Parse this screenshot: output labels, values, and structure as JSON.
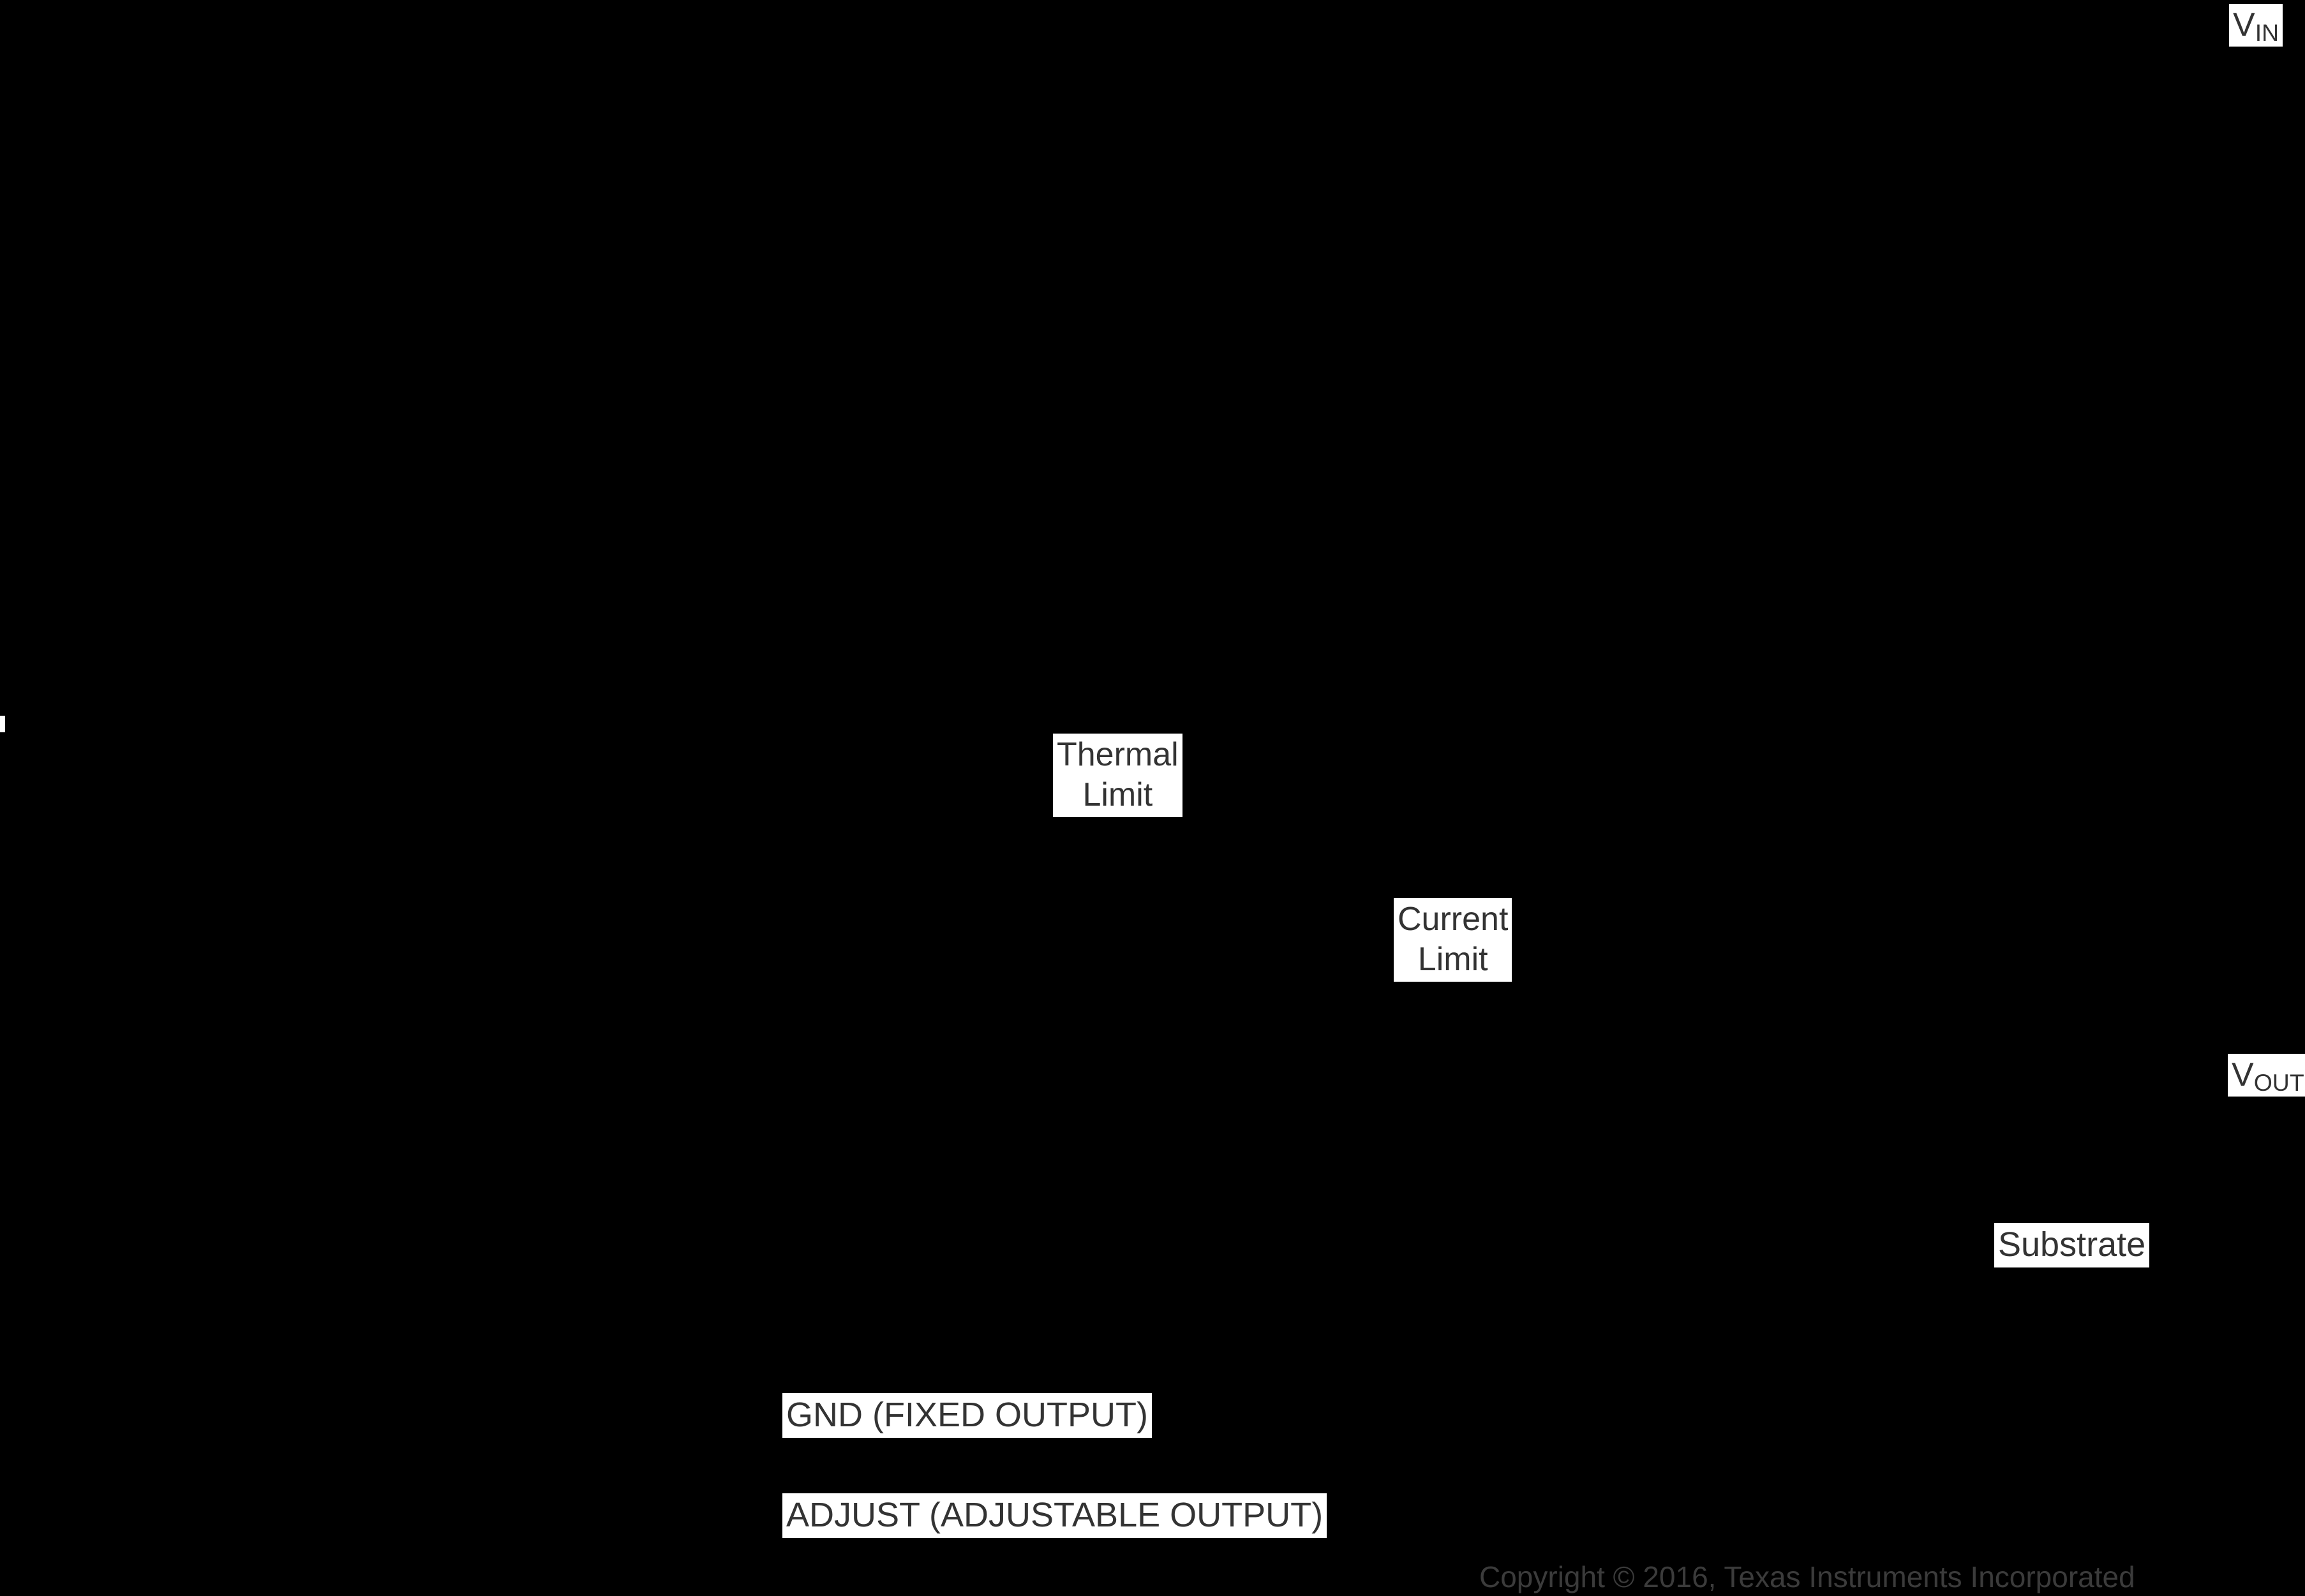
{
  "diagram": {
    "description": "Functional block diagram on black background (only pin and block labels visible)",
    "labels": {
      "vin": {
        "main": "V",
        "sub": "IN"
      },
      "vout": {
        "main": "V",
        "sub": "OUT"
      },
      "thermal_limit": {
        "line1": "Thermal",
        "line2": "Limit"
      },
      "current_limit": {
        "line1": "Current",
        "line2": "Limit"
      },
      "substrate": "Substrate",
      "gnd_fixed": "GND (FIXED OUTPUT)",
      "adjust_adjustable": "ADJUST (ADJUSTABLE OUTPUT)"
    },
    "copyright": "Copyright © 2016, Texas Instruments Incorporated",
    "colors": {
      "background": "#000000",
      "label_background": "#ffffff",
      "label_text": "#333333",
      "copyright_text": "#3b3b3b"
    }
  }
}
